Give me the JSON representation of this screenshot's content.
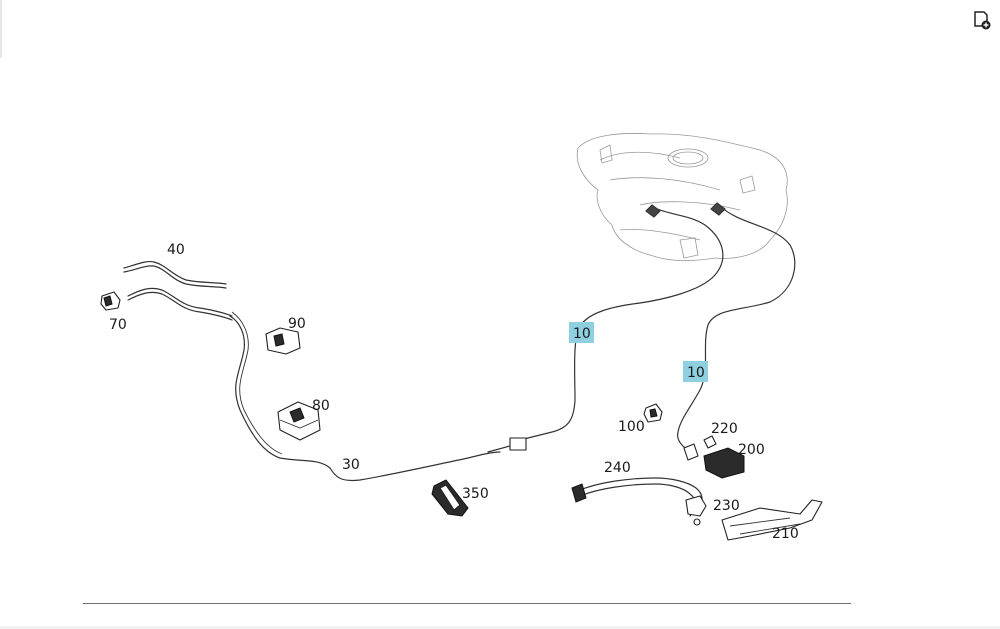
{
  "toolbar": {
    "export_icon": "document-add-icon"
  },
  "diagram": {
    "callouts": {
      "c10a": "10",
      "c10b": "10",
      "c30": "30",
      "c40": "40",
      "c70": "70",
      "c80": "80",
      "c90": "90",
      "c100": "100",
      "c200": "200",
      "c210": "210",
      "c220": "220",
      "c230": "230",
      "c240": "240",
      "c350": "350"
    },
    "highlight_color": "#8ecfe0"
  }
}
